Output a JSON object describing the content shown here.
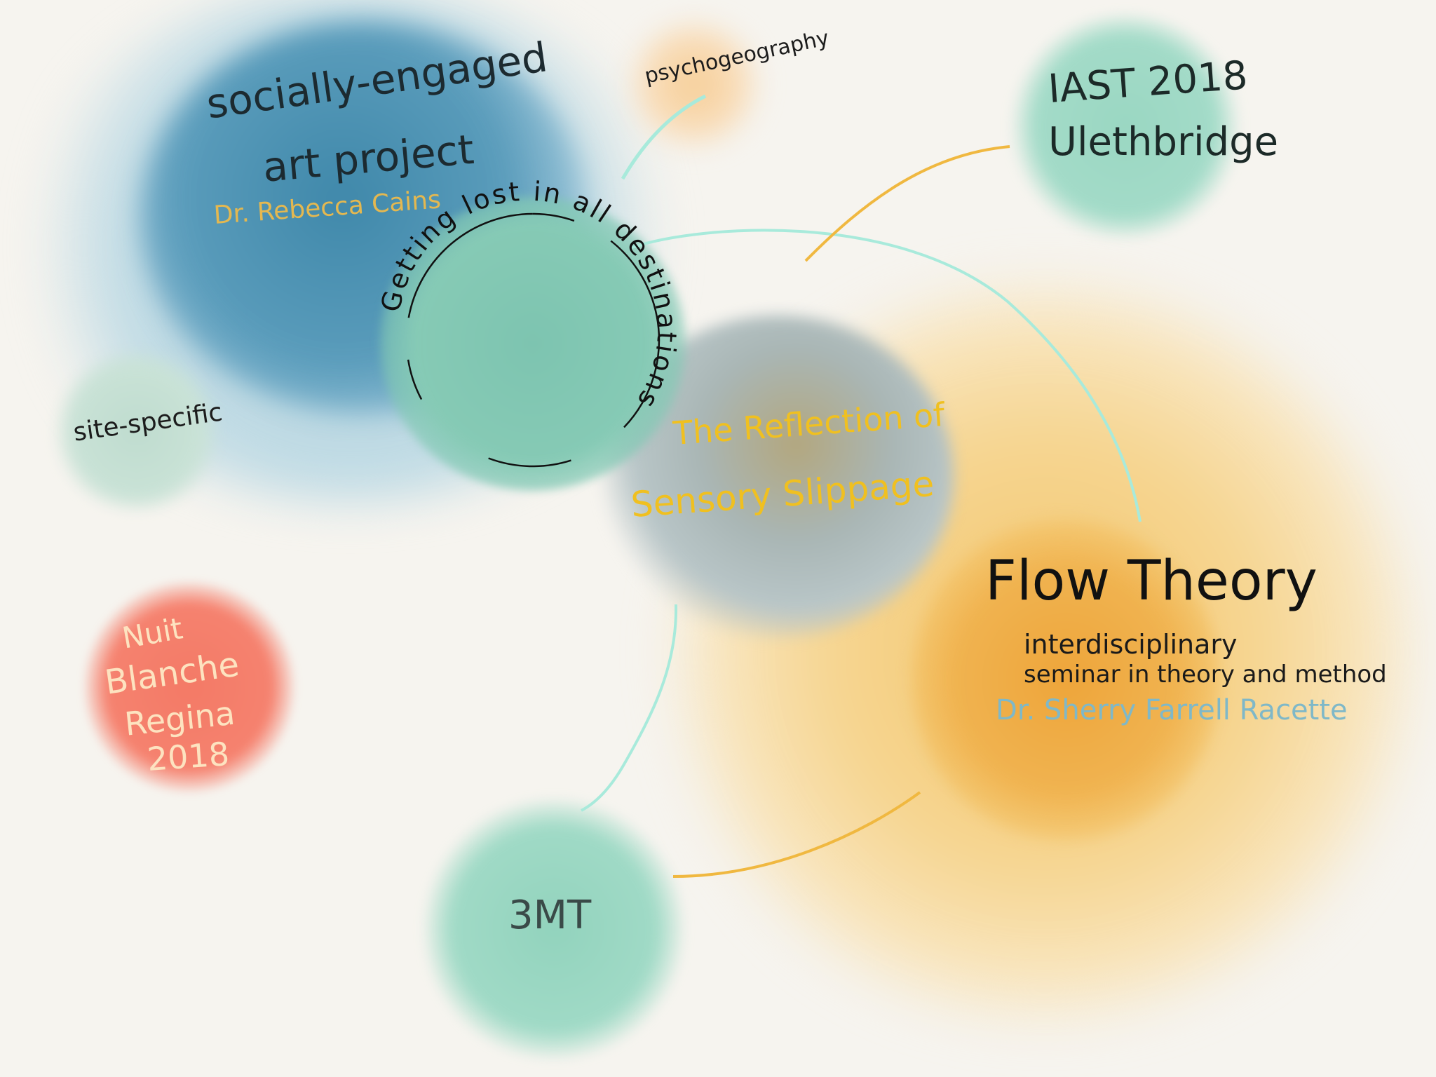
{
  "colors": {
    "background": "#f6f4ef",
    "blue": "#4e94b4",
    "teal": "#8ed3bd",
    "orange": "#f1b24a",
    "grey": "#a7b7bc",
    "red": "#f58070",
    "connector_teal": "#a8eadb",
    "connector_orange": "#f0b840"
  },
  "nodes": {
    "social": {
      "line1": "socially-engaged",
      "line2": "art project",
      "author": "Dr. Rebecca Cains"
    },
    "psychogeography": {
      "label": "psychogeography"
    },
    "iast": {
      "line1": "IAST 2018",
      "line2": "Ulethbridge"
    },
    "getting_lost": {
      "label": "Getting lost in all destinations"
    },
    "site_specific": {
      "label": "site-specific"
    },
    "reflection": {
      "line1": "The Reflection of",
      "line2": "Sensory Slippage"
    },
    "flow": {
      "title": "Flow Theory",
      "line1": "interdisciplinary",
      "line2": "seminar in theory and method",
      "author": "Dr. Sherry Farrell Racette"
    },
    "nuit": {
      "line1": "Nuit",
      "line2": "Blanche",
      "line3": "Regina",
      "line4": "2018"
    },
    "threemt": {
      "label": "3MT"
    }
  }
}
